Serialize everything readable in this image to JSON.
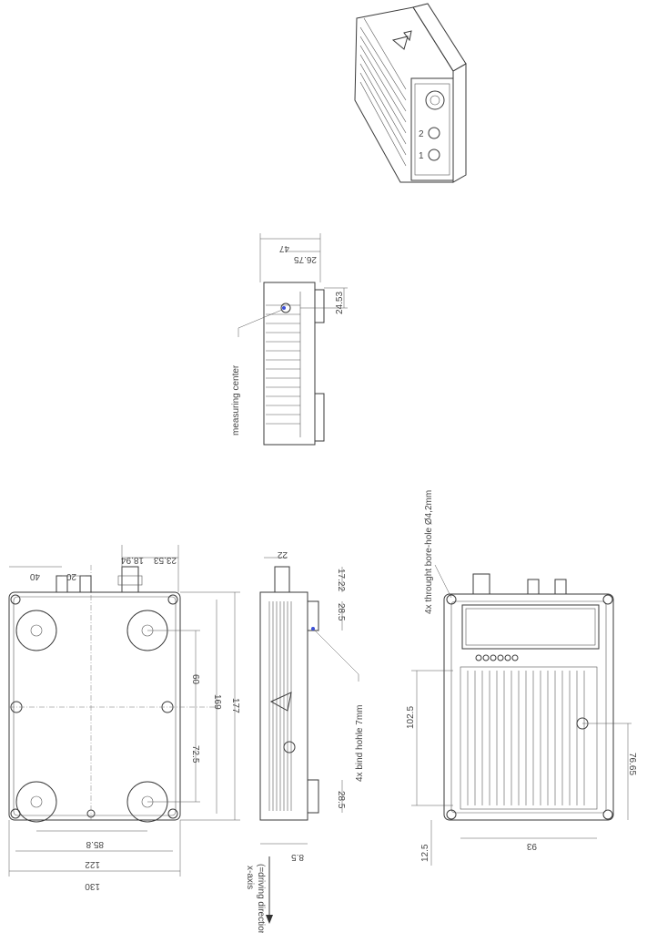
{
  "drawing": {
    "top_view": {
      "dims": [
        "40",
        "20",
        "18.94",
        "23.53",
        "60",
        "169",
        "177",
        "72.5",
        "85.8",
        "122",
        "130"
      ]
    },
    "side_view": {
      "dims": [
        "22",
        "17.22",
        "28.5",
        "28.5",
        "8.5"
      ],
      "note_blind_hole": "4x bind hohle 7mm",
      "axis_label": "x-axis",
      "axis_sub_label": "(=driving direction)"
    },
    "end_view": {
      "dims": [
        "47",
        "26.75",
        "24.53"
      ],
      "note_measuring_center": "measuring center"
    },
    "bottom_view": {
      "note_bore_hole": "4x throught bore-hole Ø4,2mm",
      "dims": [
        "102.5",
        "76.65",
        "12.5",
        "93"
      ]
    },
    "iso_view": {
      "connector_labels": [
        "1",
        "2"
      ]
    }
  }
}
